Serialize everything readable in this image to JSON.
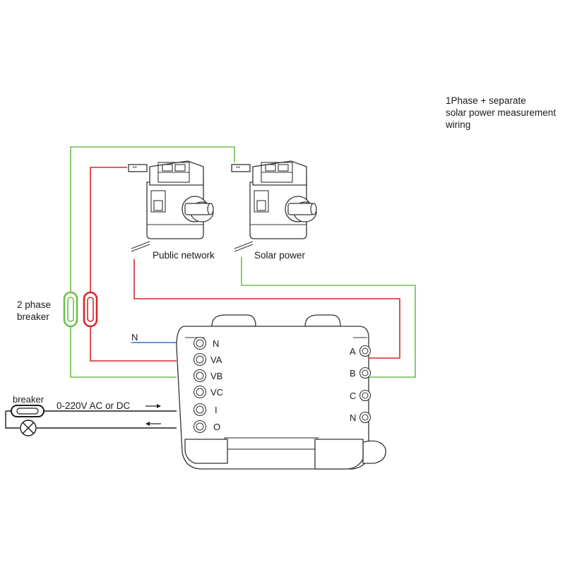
{
  "title": {
    "line1": "1Phase + separate",
    "line2": "solar power measurement",
    "line3": "wiring"
  },
  "sensors": {
    "public_network": "Public network",
    "solar_power": "Solar power"
  },
  "breaker_2phase": {
    "line1": "2 phase",
    "line2": "breaker"
  },
  "left_terminals": [
    "N",
    "VA",
    "VB",
    "VC",
    "I",
    "O"
  ],
  "right_terminals": [
    "A",
    "B",
    "C",
    "N"
  ],
  "neutral_label": "N",
  "input": {
    "breaker_label": "breaker",
    "supply_label": "0-220V AC or DC"
  },
  "colors": {
    "green_wire": "#6cc04a",
    "red_wire": "#d8262a",
    "blue_wire": "#2b78c2",
    "black_wire": "#1a1a1a"
  }
}
